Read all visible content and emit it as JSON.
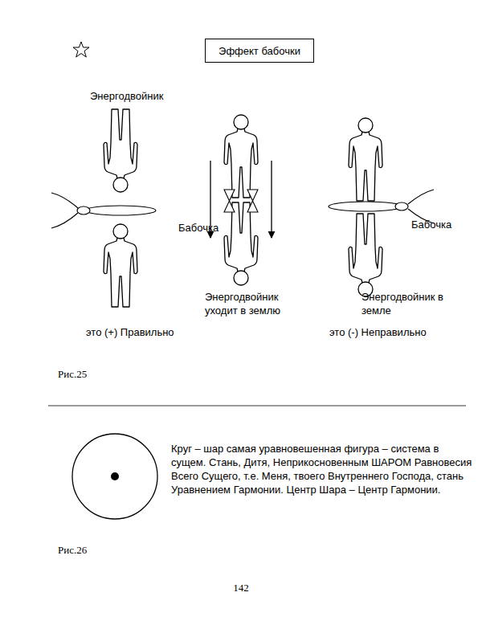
{
  "diagram": {
    "title": "Эффект бабочки",
    "labels": [
      "Энергодвойник",
      "Бабочка",
      "Энергодвойник уходит в землю",
      "Бабочка",
      "Энергодвойник в земле",
      "это (+) Правильно",
      "это (-) Неправильно",
      "Рис.25",
      "Круг – шар самая уравновешенная фигура – система в сущем. Стань, Дитя, Неприкосновенным ШАРОМ Равновесия Всего Сущего, т.е. Меня, твоего Внутреннего Господа, стань Уравнением Гармонии. Центр Шара – Центр Гармонии.",
      "Рис.26",
      "142"
    ]
  }
}
